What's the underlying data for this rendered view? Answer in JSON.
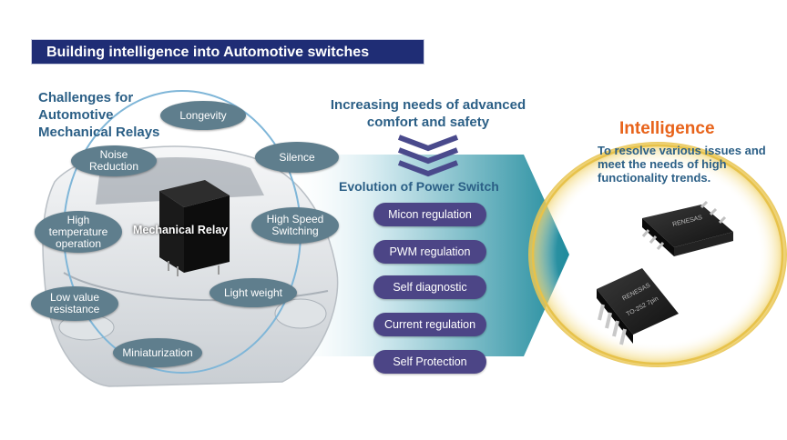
{
  "title": "Building intelligence into Automotive switches",
  "challenges_heading": "Challenges for Automotive Mechanical Relays",
  "relay_label": "Mechanical Relay",
  "challenges": [
    "Longevity",
    "Noise Reduction",
    "Silence",
    "High temperature operation",
    "High Speed Switching",
    "Light weight",
    "Low value resistance",
    "Miniaturization"
  ],
  "needs_heading": "Increasing needs of advanced comfort and safety",
  "evolution_heading": "Evolution of Power Switch",
  "evolution_items": [
    "Micon regulation",
    "PWM regulation",
    "Self diagnostic",
    "Current regulation",
    "Self Protection"
  ],
  "intelligence_heading": "Intelligence",
  "intelligence_text": "To resolve various issues and meet the needs of high functionality trends.",
  "chip_labels": [
    "RENESAS",
    "RENESAS",
    "TO-252 7pin"
  ],
  "colors": {
    "banner": "#1f2d75",
    "heading_blue": "#2b5f86",
    "orange": "#e8631a",
    "gray_pill": "#5f7e8d",
    "purple_pill": "#4c4586",
    "arrow_teal": "#1e8a9c",
    "chevron": "#4a4a8c",
    "gold_ring": "#e7c24a"
  }
}
